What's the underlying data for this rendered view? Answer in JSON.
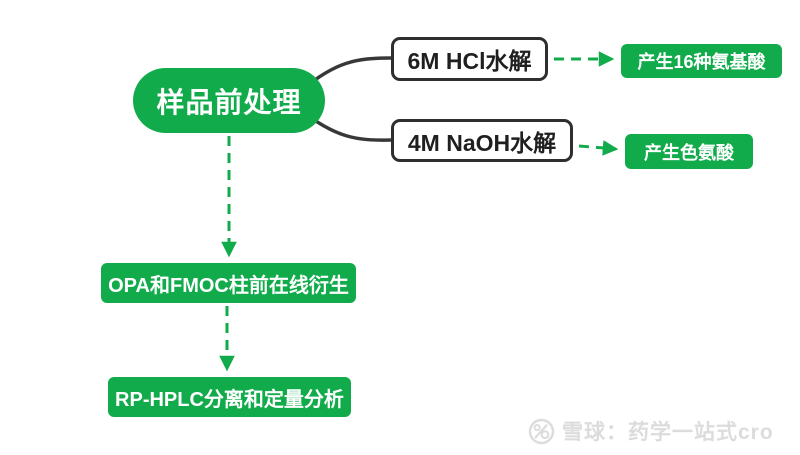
{
  "diagram": {
    "root": {
      "label": "样品前处理"
    },
    "branches": [
      {
        "method": "6M HCl水解",
        "result": "产生16种氨基酸"
      },
      {
        "method": "4M NaOH水解",
        "result": "产生色氨酸"
      }
    ],
    "steps": [
      {
        "label": "OPA和FMOC柱前在线衍生"
      },
      {
        "label": "RP-HPLC分离和定量分析"
      }
    ]
  },
  "watermark": {
    "text": "雪球：药学一站式cro",
    "logo_icon": "xueqiu-snowball-logo"
  },
  "colors": {
    "accent_green": "#12ab4c",
    "connector_dark": "#383838",
    "box_border": "#2e2e2e",
    "watermark_gray": "#dcdcdc",
    "background": "#ffffff"
  }
}
